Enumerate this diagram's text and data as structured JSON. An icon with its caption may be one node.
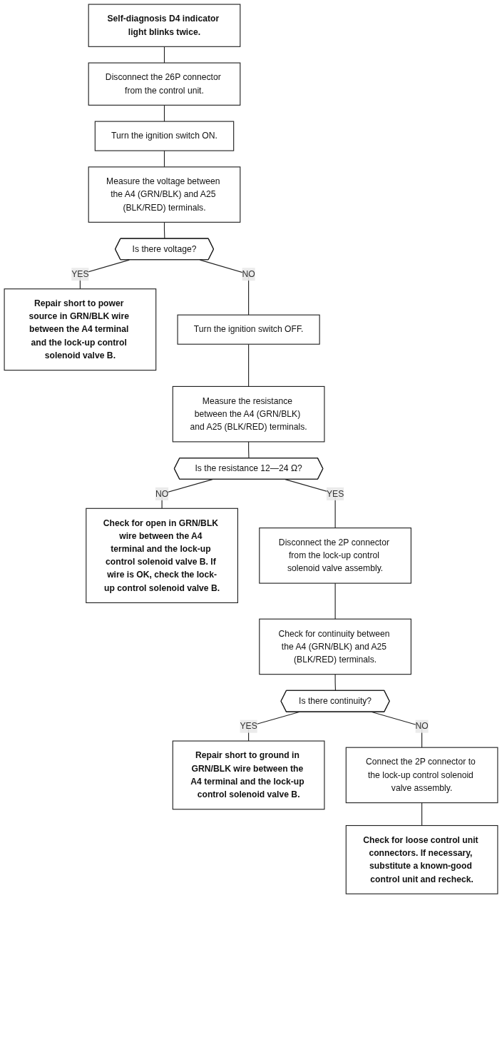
{
  "diagram": {
    "nodes": [
      {
        "text": [
          "Self-diagnosis D4 indicator light blinks twice."
        ]
      },
      {
        "text": [
          "Disconnect the 26P connector from the control unit."
        ]
      },
      {
        "text": [
          "Turn the ignition switch ON."
        ]
      },
      {
        "text": [
          "Measure the voltage between the A4 (GRN/BLK) and A25 (BLK/RED) terminals."
        ]
      },
      {
        "text": [
          "Is there voltage?"
        ]
      },
      {
        "text": [
          "Repair short to power source in GRN/BLK wire between the A4 terminal and the lock-up control solenoid valve B."
        ]
      },
      {
        "text": [
          "Turn the ignition switch OFF."
        ]
      },
      {
        "text": [
          "Measure the resistance between the A4 (GRN/BLK) and A25 (BLK/RED) terminals."
        ]
      },
      {
        "text": [
          "Is the resistance 12—24 Ω?"
        ]
      },
      {
        "text": [
          "Check for open in GRN/BLK wire between the A4 terminal and the lock-up control solenoid valve B. If wire is OK, check the lock-up control solenoid valve B."
        ]
      },
      {
        "text": [
          "Disconnect the 2P connector from the lock-up control solenoid valve assembly."
        ]
      },
      {
        "text": [
          "Check for continuity between the A4 (GRN/BLK) and A25 (BLK/RED) terminals."
        ]
      },
      {
        "text": [
          "Is there continuity?"
        ]
      },
      {
        "text": [
          "Repair short to ground in GRN/BLK wire between the A4 terminal and the lock-up control solenoid valve B."
        ]
      },
      {
        "text": [
          "Connect the 2P connector to the lock-up control solenoid valve assembly."
        ]
      },
      {
        "text": [
          "Check for loose control unit connectors. If necessary, substitute a known-good control unit and recheck."
        ]
      }
    ],
    "edges": [
      {
        "from": 0,
        "to": 1,
        "arrow": "none"
      },
      {
        "from": 1,
        "to": 2,
        "arrow": "none"
      },
      {
        "from": 2,
        "to": 3,
        "arrow": "none"
      },
      {
        "from": 3,
        "to": 4,
        "arrow": "none"
      },
      {
        "from": 4,
        "to": 5,
        "arrow": "none",
        "label": "YES"
      },
      {
        "from": 4,
        "to": 6,
        "arrow": "none",
        "label": "NO"
      },
      {
        "from": 6,
        "to": 7,
        "arrow": "none"
      },
      {
        "from": 7,
        "to": 8,
        "arrow": "none"
      },
      {
        "from": 8,
        "to": 9,
        "arrow": "none",
        "label": "NO"
      },
      {
        "from": 8,
        "to": 10,
        "arrow": "none",
        "label": "YES"
      },
      {
        "from": 10,
        "to": 11,
        "arrow": "none"
      },
      {
        "from": 11,
        "to": 12,
        "arrow": "none"
      },
      {
        "from": 12,
        "to": 13,
        "arrow": "none",
        "label": "YES"
      },
      {
        "from": 12,
        "to": 14,
        "arrow": "none",
        "label": "NO"
      },
      {
        "from": 14,
        "to": 15,
        "arrow": "none"
      }
    ]
  }
}
